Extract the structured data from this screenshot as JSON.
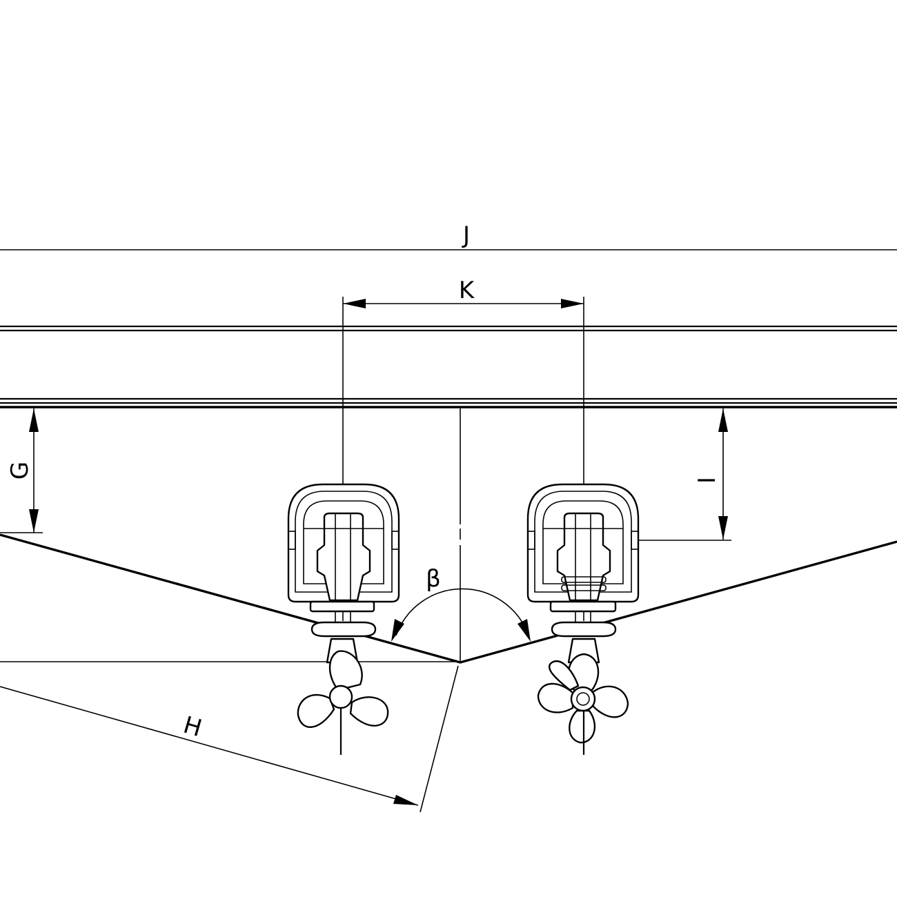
{
  "labels": {
    "J": "J",
    "K": "K",
    "G": "G",
    "I": "I",
    "H": "H",
    "beta": "β"
  }
}
